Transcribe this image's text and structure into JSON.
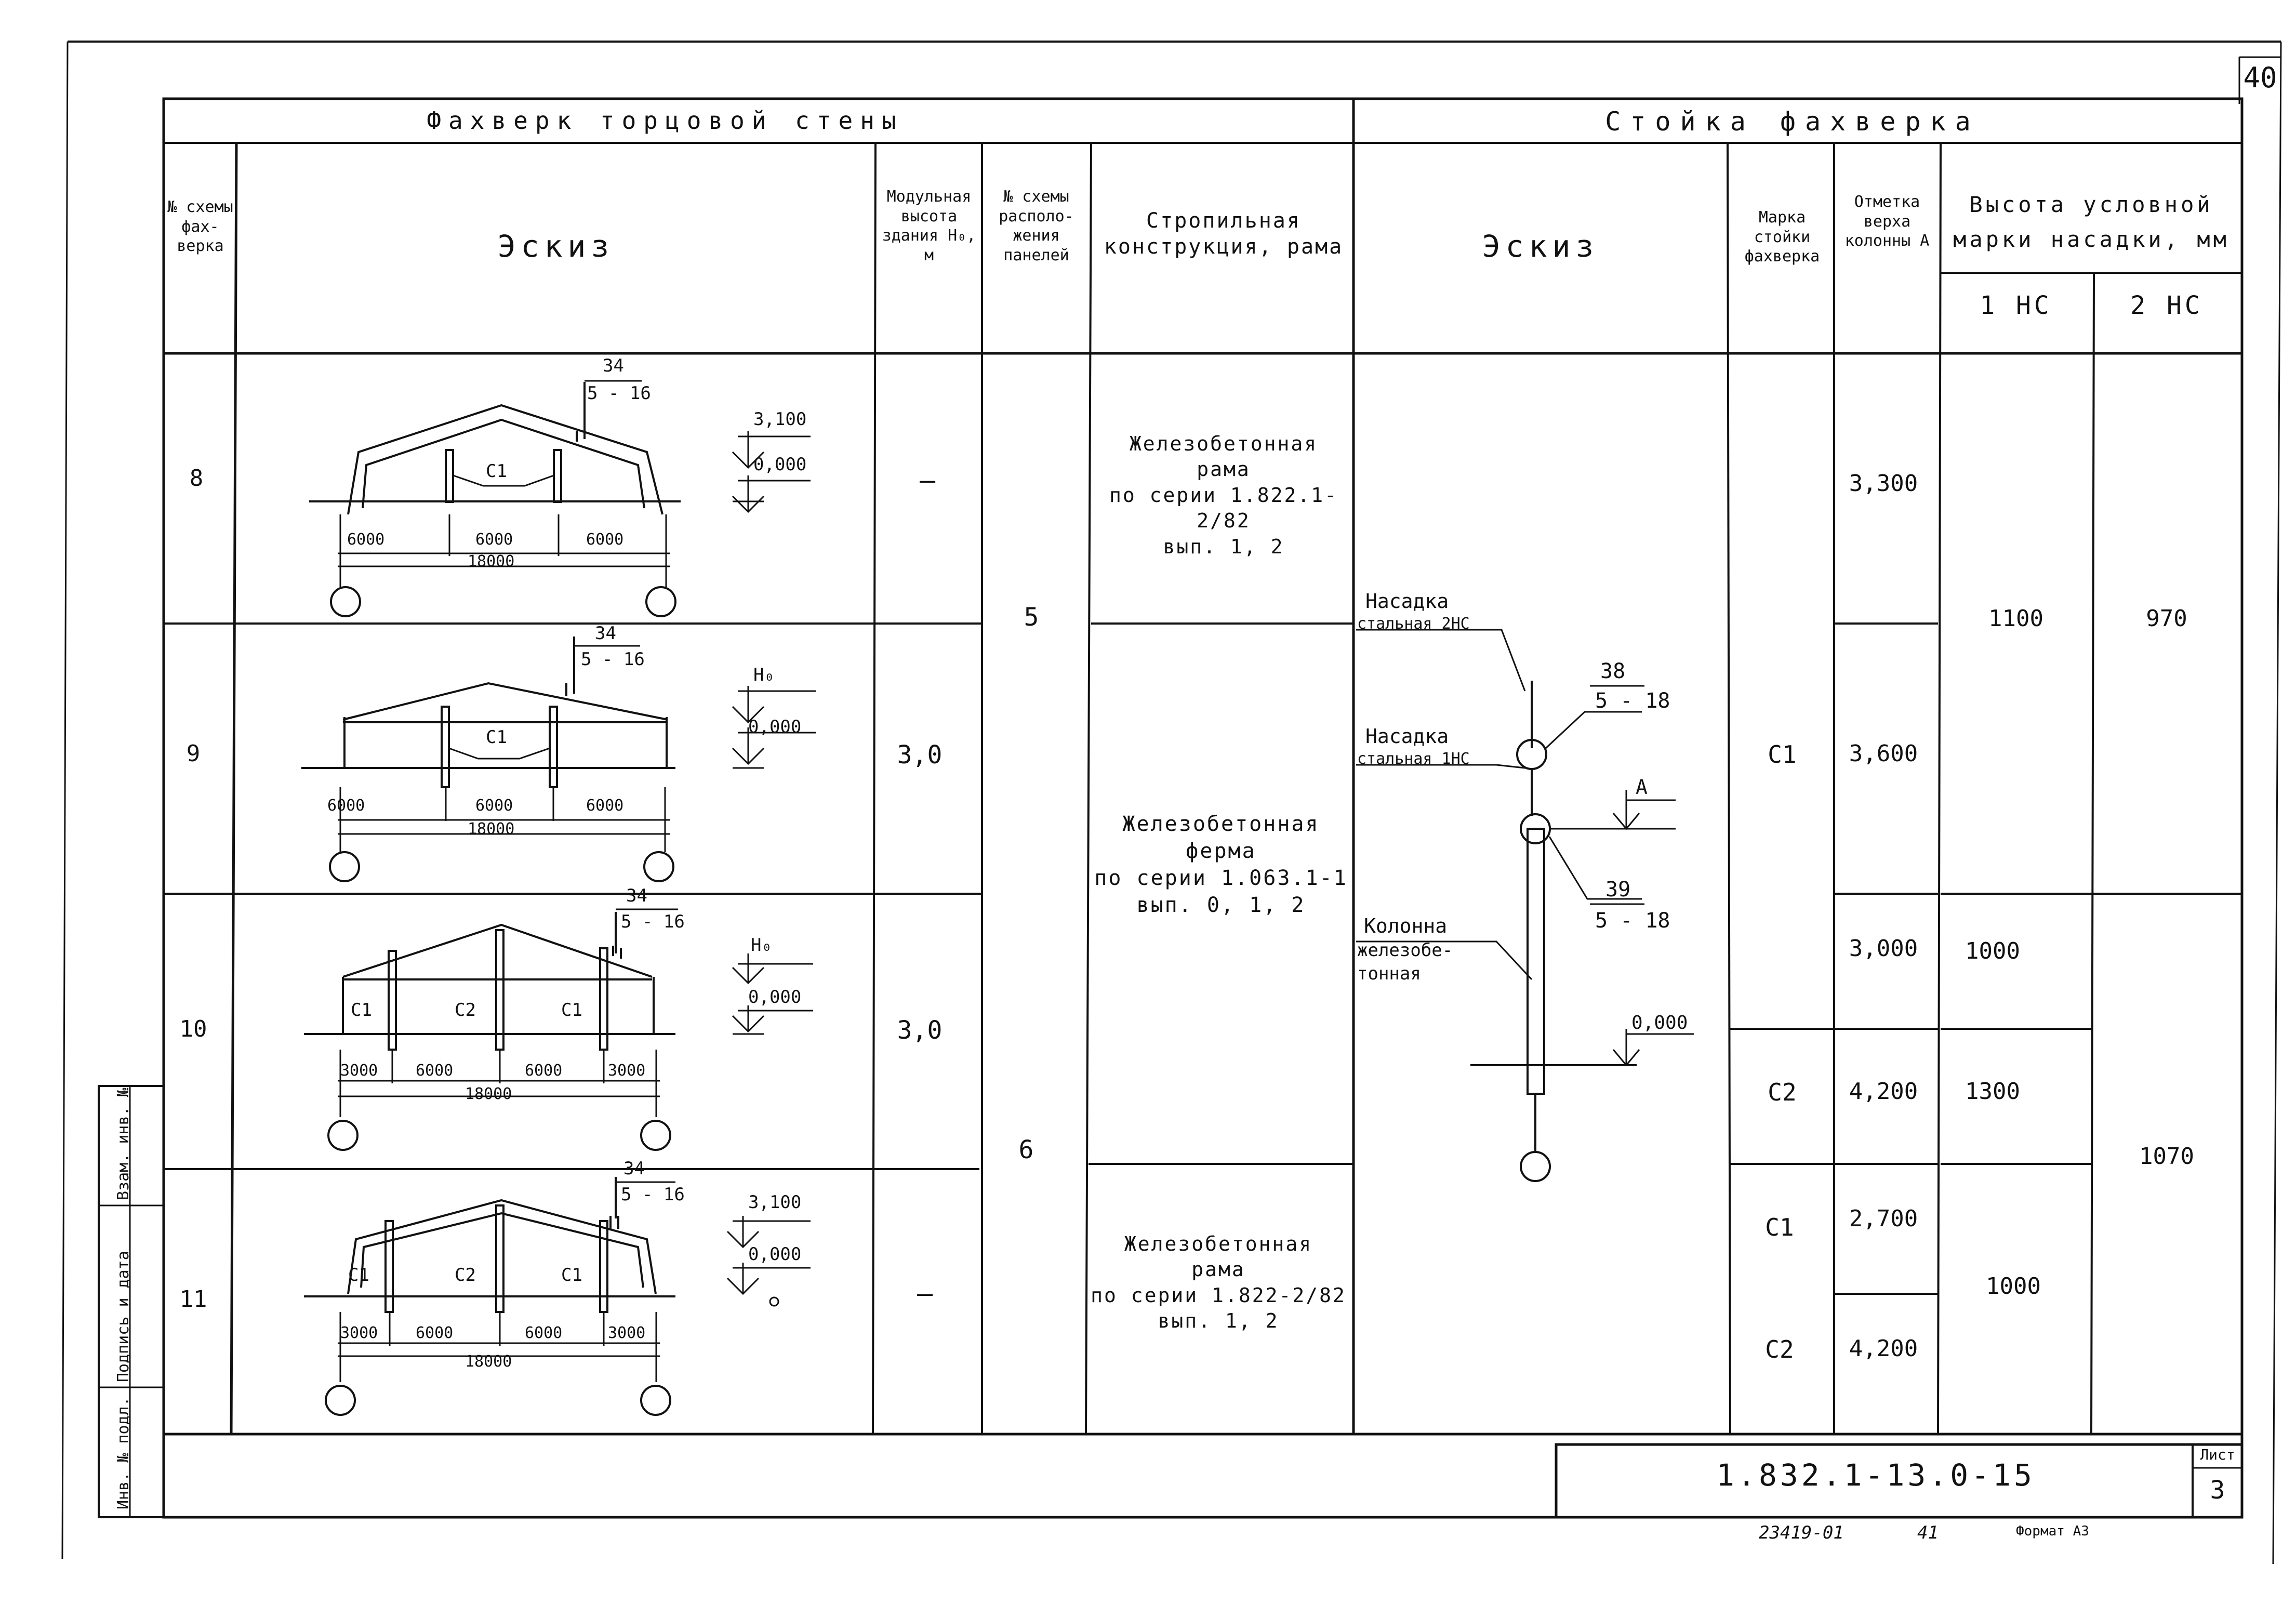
{
  "sheet_number": "40",
  "left_header": "Фахверк торцовой стены",
  "right_header": "Стойка фахверка",
  "columns": {
    "scheme_no": "№ схемы фах-верка",
    "sketch": "Эскиз",
    "module_height": "Модульная высота здания Н₀, м",
    "panel_scheme": "№ схемы располо-жения панелей",
    "rafter": "Стропильная конструкция, рама",
    "sketch2": "Эскиз",
    "mark": "Марка стойки фахверка",
    "top_level": "Отметка верха колонны А",
    "cap_height": "Высота условной марки насадки, мм",
    "hc1": "1 НС",
    "hc2": "2 НС"
  },
  "rows": [
    {
      "no": "8",
      "height": "—"
    },
    {
      "no": "9",
      "height": "3,0"
    },
    {
      "no": "10",
      "height": "3,0"
    },
    {
      "no": "11",
      "height": "—"
    }
  ],
  "panel_schemes": [
    "5",
    "6"
  ],
  "rafters": [
    {
      "l1": "Железобетонная",
      "l2": "рама",
      "l3": "по серии 1.822.1-2/82",
      "l4": "вып. 1, 2"
    },
    {
      "l1": "Железобетонная",
      "l2": "ферма",
      "l3": "по серии 1.063.1-1",
      "l4": "вып. 0, 1, 2"
    },
    {
      "l1": "Железобетонная",
      "l2": "рама",
      "l3": "по серии 1.822-2/82",
      "l4": "вып. 1, 2"
    }
  ],
  "marks": [
    "С1",
    "С2",
    "С1",
    "С2"
  ],
  "top_levels": [
    "3,300",
    "3,600",
    "3,000",
    "4,200",
    "2,700",
    "4,200"
  ],
  "hc1_values": [
    "1100",
    "1000",
    "1300",
    "1000"
  ],
  "hc2_values": [
    "970",
    "1070"
  ],
  "sketch_labels": {
    "node_top": "34",
    "node_ref": "5 - 16",
    "level_8": "3,100",
    "level_9": "Н₀",
    "level_10": "Н₀",
    "level_11": "3,100",
    "zero": "0,000",
    "d6000": "6000",
    "d3000": "3000",
    "total": "18000",
    "c1": "С1",
    "c2": "С2"
  },
  "column_sketch": {
    "cap2_l1": "Насадка",
    "cap2_l2": "стальная 2НС",
    "cap1_l1": "Насадка",
    "cap1_l2": "стальная 1НС",
    "col_l1": "Колонна",
    "col_l2": "железобе-",
    "col_l3": "тонная",
    "node38": "38",
    "node38_ref": "5 - 18",
    "node39": "39",
    "node39_ref": "5 - 18",
    "level_a": "А",
    "zero": "0,000"
  },
  "side_stamp": [
    "Инв. № подл.",
    "Подпись и дата",
    "Взам. инв. №"
  ],
  "doc_code": "1.832.1-13.0-15",
  "sheet_label": "Лист",
  "sheet_value": "3",
  "footer_num": "23419-01",
  "footer_num2": "41",
  "footer_format": "Формат А3"
}
